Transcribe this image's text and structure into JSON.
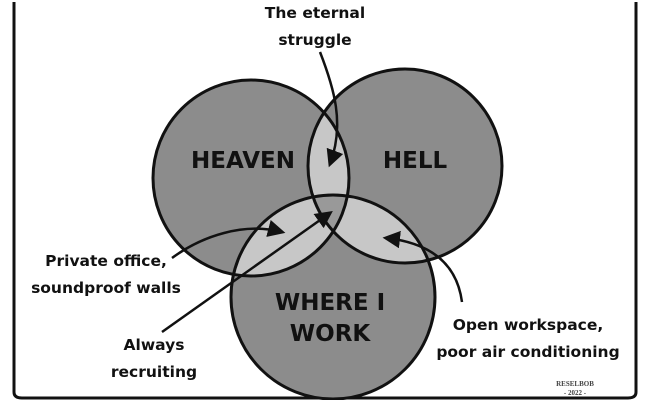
{
  "labels": {
    "heaven": "HEAVEN",
    "hell": "HELL",
    "work_line1": "WHERE I",
    "work_line2": "WORK",
    "top_line1": "The eternal",
    "top_line2": "struggle",
    "left_line1": "Private office,",
    "left_line2": "soundproof walls",
    "bottom_line1": "Always",
    "bottom_line2": "recruiting",
    "right_line1": "Open workspace,",
    "right_line2": "poor air conditioning"
  },
  "signature": {
    "name": "RESELBOB",
    "year": "- 2022 -"
  },
  "colors": {
    "circle_fill": "#8c8c8c",
    "pair_overlap_fill": "#c7c7c7",
    "center_fill": "#999999",
    "ink": "#111111",
    "background": "#ffffff"
  }
}
